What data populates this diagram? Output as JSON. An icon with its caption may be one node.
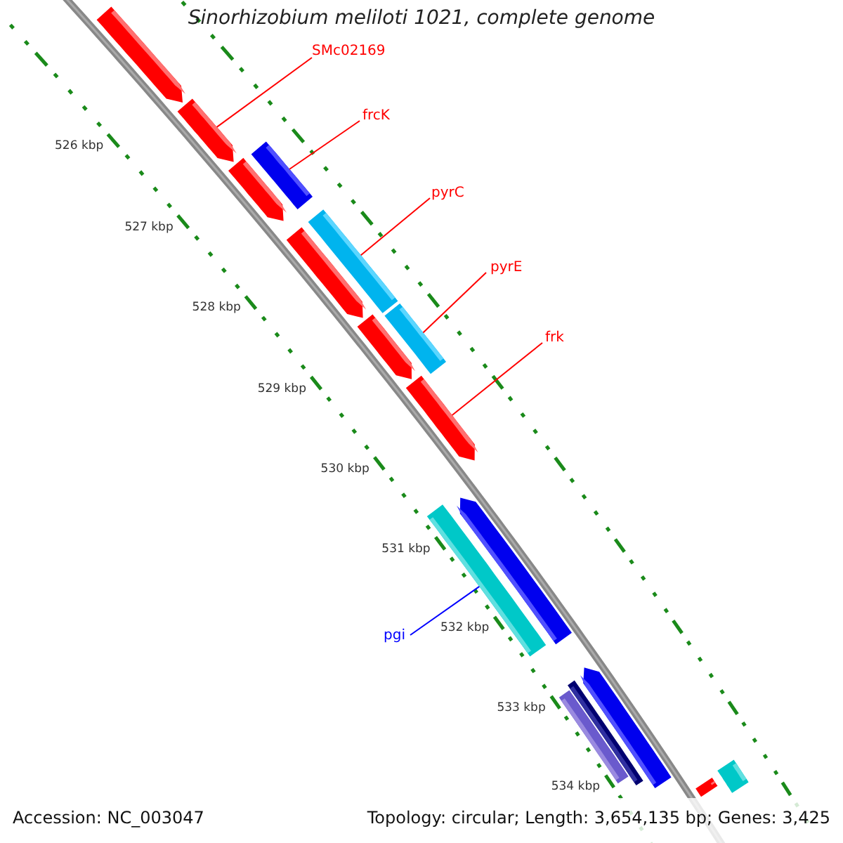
{
  "diagram": {
    "title": "Sinorhizobium meliloti 1021, complete genome",
    "nodes": [
      {
        "text": [
          "SMc02169"
        ]
      },
      {
        "text": [
          "frcK"
        ]
      },
      {
        "text": [
          "pyrC"
        ]
      },
      {
        "text": [
          "pyrE"
        ]
      },
      {
        "text": [
          "frk"
        ]
      },
      {
        "text": [
          "pgi"
        ]
      },
      {
        "text": [],
        "shape": "bar"
      },
      {
        "text": [],
        "shape": "bar"
      },
      {
        "text": [],
        "shape": "bar"
      },
      {
        "text": [],
        "shape": "bar"
      },
      {
        "text": [],
        "shape": "bar"
      },
      {
        "text": [],
        "shape": "bar"
      },
      {
        "text": [],
        "shape": "bar"
      },
      {
        "text": [],
        "shape": "bar"
      },
      {
        "text": [],
        "shape": "bar"
      },
      {
        "text": [],
        "shape": "bar"
      },
      {
        "text": [],
        "shape": "bar"
      },
      {
        "text": [],
        "shape": "bar"
      },
      {
        "text": [],
        "shape": "bar"
      },
      {
        "text": [],
        "shape": "bar"
      },
      {
        "text": [],
        "shape": "bar"
      },
      {
        "text": [],
        "shape": "bar"
      }
    ],
    "edges": [
      {
        "from": 0,
        "to": 7,
        "arrow": "none"
      },
      {
        "from": 1,
        "to": 9,
        "arrow": "none"
      },
      {
        "from": 2,
        "to": 11,
        "arrow": "none"
      },
      {
        "from": 3,
        "to": 13,
        "arrow": "none"
      },
      {
        "from": 4,
        "to": 14,
        "arrow": "none"
      },
      {
        "from": 5,
        "to": 15,
        "arrow": "none",
        "color": "#0000ff"
      }
    ],
    "labels": [
      "526 kbp",
      "527 kbp",
      "528 kbp",
      "529 kbp",
      "530 kbp",
      "531 kbp",
      "532 kbp",
      "533 kbp",
      "534 kbp",
      "Accession: NC_003047",
      "Topology: circular; Length: 3,654,135 bp; Genes: 3,425"
    ]
  }
}
